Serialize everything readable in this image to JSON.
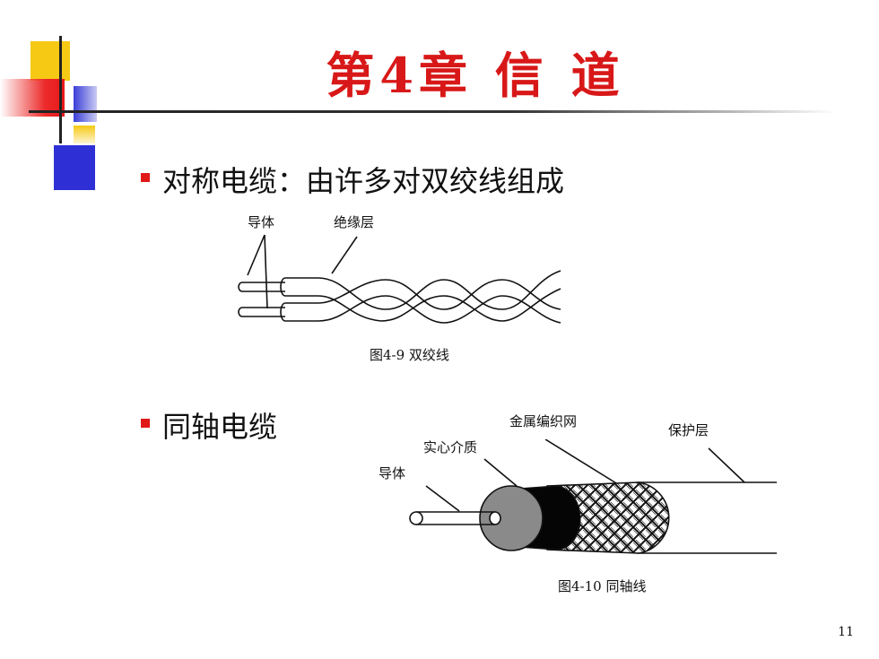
{
  "title": "第4章  信 道",
  "bullets": [
    {
      "text": "对称电缆：由许多对双绞线组成"
    },
    {
      "text": "同轴电缆"
    }
  ],
  "twisted_pair": {
    "labels": {
      "conductor": "导体",
      "insulation": "绝缘层"
    },
    "caption": "图4-9 双绞线"
  },
  "coax": {
    "labels": {
      "conductor": "导体",
      "dielectric": "实心介质",
      "braid": "金属编织网",
      "jacket": "保护层"
    },
    "caption": "图4-10 同轴线"
  },
  "page_number": "11"
}
